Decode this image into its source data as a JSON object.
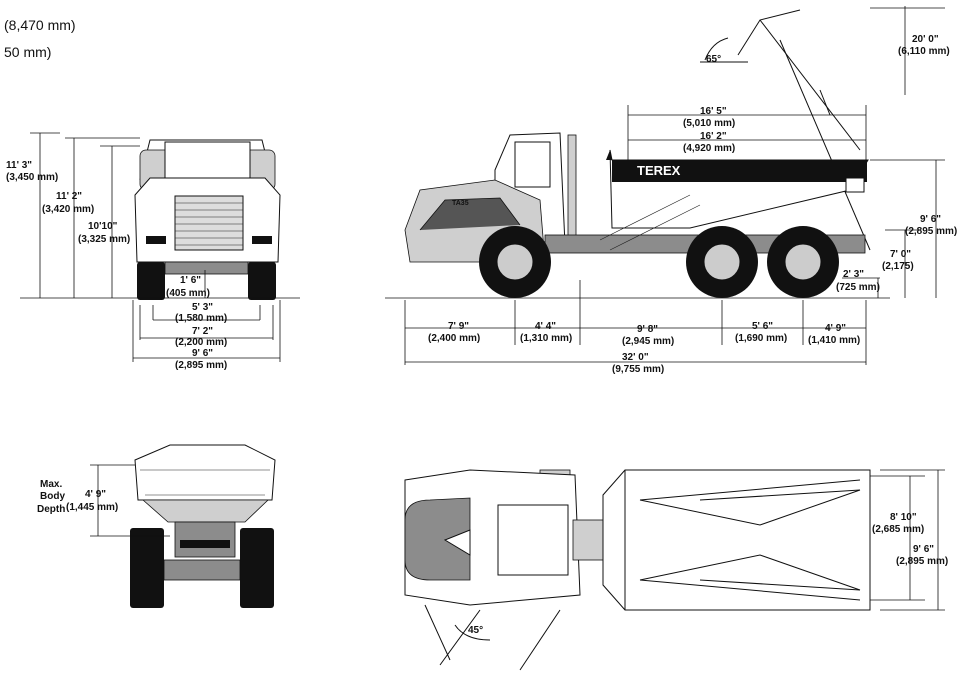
{
  "top_notes": {
    "line1": "(8,470 mm)",
    "line2": "50 mm)"
  },
  "front_view": {
    "h_11_3": {
      "imp": "11' 3\"",
      "met": "(3,450 mm)"
    },
    "h_11_2": {
      "imp": "11' 2\"",
      "met": "(3,420 mm)"
    },
    "h_10_10": {
      "imp": "10'10\"",
      "met": "(3,325 mm)"
    },
    "clearance": {
      "imp": "1' 6\"",
      "met": "(405 mm)"
    },
    "w_5_3": {
      "imp": "5' 3\"",
      "met": "(1,580 mm)"
    },
    "w_7_2": {
      "imp": "7' 2\"",
      "met": "(2,200 mm)"
    },
    "w_9_6": {
      "imp": "9' 6\"",
      "met": "(2,895 mm)"
    }
  },
  "side_view": {
    "dump_angle": "65°",
    "dump_height": {
      "imp": "20' 0\"",
      "met": "(6,110 mm)"
    },
    "body_len_outer": {
      "imp": "16' 5\"",
      "met": "(5,010 mm)"
    },
    "body_len_inner": {
      "imp": "16' 2\"",
      "met": "(4,920 mm)"
    },
    "brand": "TEREX",
    "model": "TA35",
    "height_9_6": {
      "imp": "9' 6\"",
      "met": "(2,895 mm)"
    },
    "height_7_0": {
      "imp": "7' 0\"",
      "met": "(2,175)"
    },
    "height_2_3": {
      "imp": "2' 3\"",
      "met": "(725 mm)"
    },
    "seg1": {
      "imp": "7' 9\"",
      "met": "(2,400 mm)"
    },
    "seg2": {
      "imp": "4' 4\"",
      "met": "(1,310 mm)"
    },
    "seg3": {
      "imp": "9' 8\"",
      "met": "(2,945 mm)"
    },
    "seg4": {
      "imp": "5' 6\"",
      "met": "(1,690 mm)"
    },
    "seg5": {
      "imp": "4' 9\"",
      "met": "(1,410 mm)"
    },
    "overall": {
      "imp": "32' 0\"",
      "met": "(9,755 mm)"
    }
  },
  "rear_view": {
    "label_l1": "Max.",
    "label_l2": "Body",
    "label_l3": "Depth",
    "depth": {
      "imp": "4' 9\"",
      "met": "(1,445 mm)"
    }
  },
  "top_view": {
    "turn_angle": "45°",
    "w_8_10": {
      "imp": "8' 10\"",
      "met": "(2,685 mm)"
    },
    "w_9_6": {
      "imp": "9' 6\"",
      "met": "(2,895 mm)"
    }
  }
}
